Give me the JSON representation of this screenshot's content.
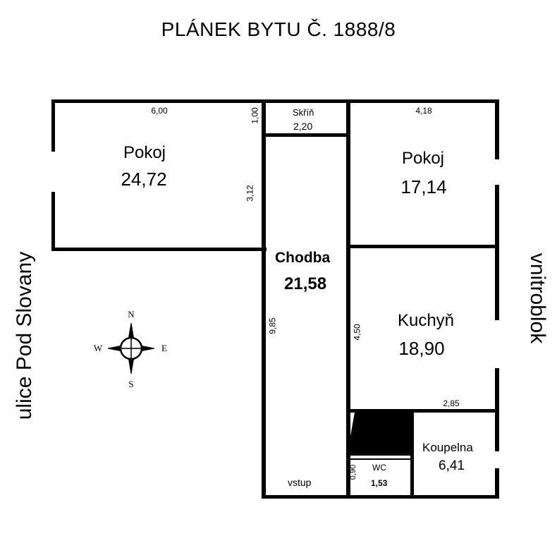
{
  "title": "PLÁNEK BYTU Č. 1888/8",
  "rooms": {
    "pokoj_left": {
      "name": "Pokoj",
      "area": "24,72"
    },
    "skrin": {
      "name": "Skříň",
      "area": "2,20"
    },
    "pokoj_right": {
      "name": "Pokoj",
      "area": "17,14"
    },
    "chodba": {
      "name": "Chodba",
      "area": "21,58"
    },
    "kuchyn": {
      "name": "Kuchyň",
      "area": "18,90"
    },
    "koupelna": {
      "name": "Koupelna",
      "area": "6,41"
    },
    "wc": {
      "name": "WC",
      "area": "1,53"
    }
  },
  "dimensions": {
    "pokoj_left_width": "6,00",
    "skrin_depth": "1,00",
    "pokoj_left_depth": "3,12",
    "pokoj_right_width": "4,18",
    "chodba_length": "9,85",
    "kuchyn_depth": "4,50",
    "koupelna_width": "2,85",
    "wc_depth": "0,90"
  },
  "entrance": "vstup",
  "street_left": "ulice Pod Slovany",
  "street_right": "vnitroblok",
  "compass": {
    "north": "N",
    "south": "S",
    "east": "E",
    "west": "W"
  },
  "colors": {
    "walls": "#000000",
    "background": "#ffffff"
  }
}
